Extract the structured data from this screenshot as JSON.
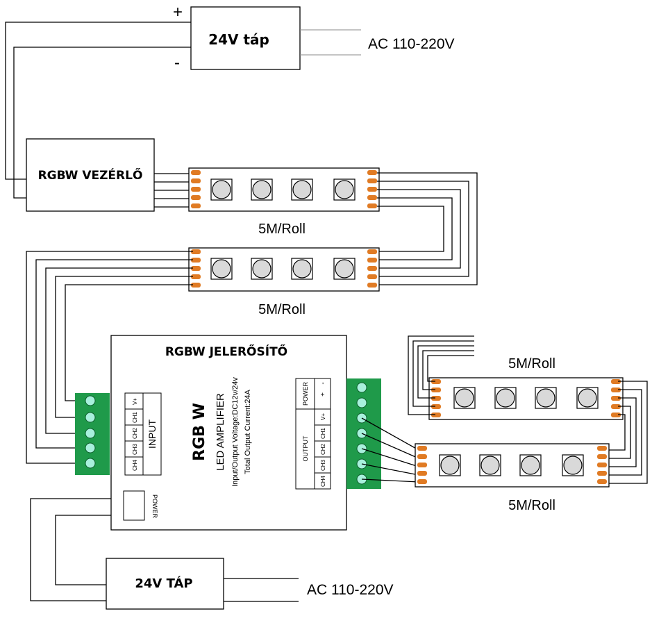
{
  "top_supply": {
    "label": "24V táp",
    "plus": "+",
    "minus": "-",
    "ac_label": "AC 110-220V"
  },
  "controller": {
    "label": "RGBW VEZÉRLŐ"
  },
  "strips": {
    "roll_label": "5M/Roll"
  },
  "amplifier": {
    "title": "RGBW JELERŐSÍTŐ",
    "model": "RGB W",
    "subtitle": "LED AMPLIFIER",
    "voltage": "Input/Output Voltage:DC12v/24v",
    "current": "Total Output Current:24A",
    "input_label": "INPUT",
    "input_pins": [
      "V+",
      "CH1",
      "CH2",
      "CH3",
      "CH4"
    ],
    "output_label": "OUTPUT",
    "output_power_label": "POWER",
    "output_pins": [
      "V+",
      "CH1",
      "CH2",
      "CH3",
      "CH4"
    ],
    "output_power_pins": [
      "+",
      "-"
    ],
    "power_label": "POWER"
  },
  "bottom_supply": {
    "label": "24V TÁP",
    "ac_label": "AC 110-220V"
  },
  "colors": {
    "line": "#000000",
    "pad": "#e07b24",
    "terminal": "#1f9a4a",
    "terminal_screw": "#a8f0dc",
    "led": "#d9d9d9"
  }
}
